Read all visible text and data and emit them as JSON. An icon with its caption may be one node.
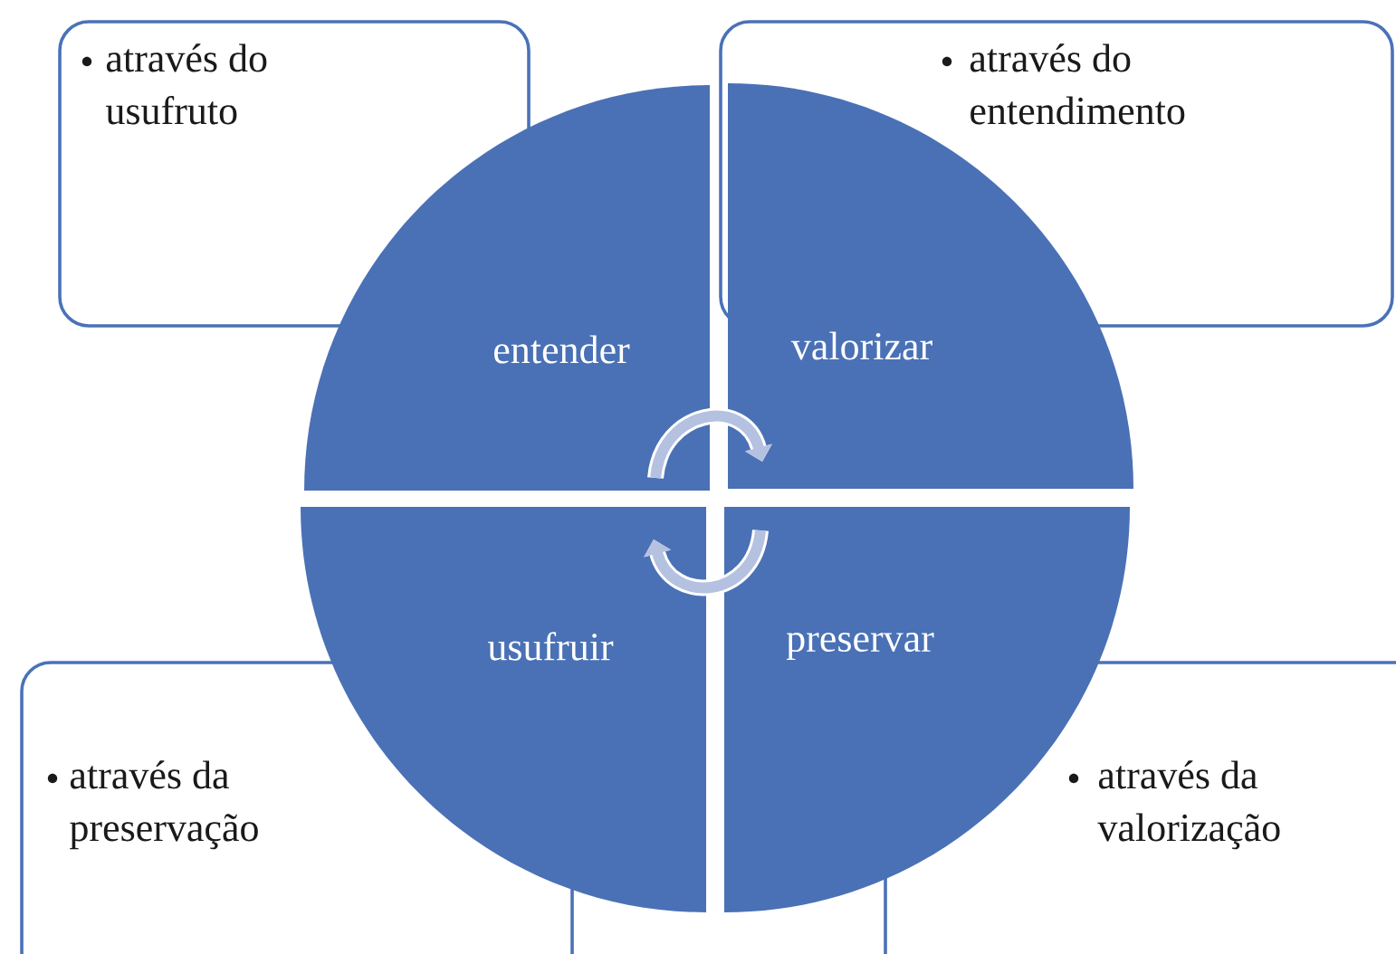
{
  "diagram": {
    "nodes": [
      {
        "text": [
          "através do usufruto"
        ]
      },
      {
        "text": [
          "através do entendimento"
        ]
      },
      {
        "text": [
          "entender"
        ]
      },
      {
        "text": [
          "valorizar"
        ]
      },
      {
        "text": [
          "usufruir"
        ]
      },
      {
        "text": [
          "preservar"
        ]
      },
      {
        "text": [
          "através da preservação"
        ]
      },
      {
        "text": [
          "através da valorização"
        ]
      }
    ],
    "edges": [
      {
        "from": 2,
        "to": 3,
        "arrow": "to"
      },
      {
        "from": 5,
        "to": 4,
        "arrow": "to"
      }
    ]
  }
}
